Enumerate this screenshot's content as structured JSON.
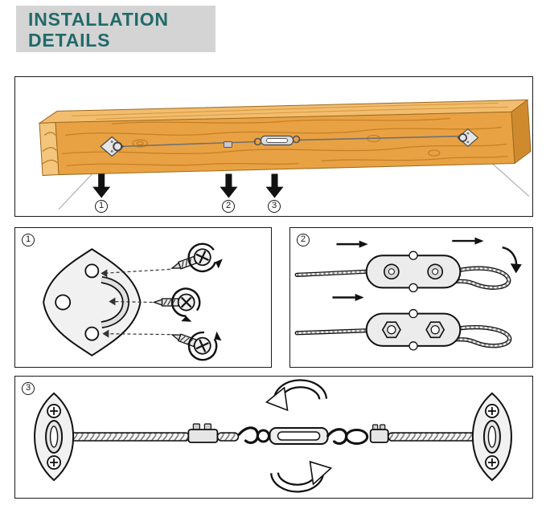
{
  "header": {
    "line1": "INSTALLATION",
    "line2": "DETAILS"
  },
  "steps": [
    {
      "number": "1",
      "name": "pad-eye-plate-screw-mounting"
    },
    {
      "number": "2",
      "name": "duplex-wire-rope-clip-threading"
    },
    {
      "number": "3",
      "name": "full-wire-turnbuckle-assembly"
    }
  ],
  "colors": {
    "header_bg": "#d4d4d4",
    "title_text": "#226a6a",
    "panel_border": "#1a1a1a",
    "wood_top": "#f2bd6e",
    "wood_front": "#e9a243",
    "wood_grain": "#c07a20",
    "line_art": "#111111",
    "metal_fill": "#ededed"
  },
  "illustrations": {
    "overview": {
      "parts": [
        "wood-beam",
        "pad-eye-left",
        "hanging-wire",
        "wire-rope",
        "duplex-clip",
        "turnbuckle",
        "pad-eye-right",
        "down-arrows"
      ],
      "callouts": [
        "1",
        "2",
        "3"
      ]
    },
    "step1": {
      "parts": [
        "pad-eye-plate",
        "d-ring",
        "mounting-screws",
        "rotation-arrows",
        "dashed-guides"
      ]
    },
    "step2": {
      "parts": [
        "duplex-clip-bolt-side",
        "duplex-clip-nut-side",
        "wire-rope-loop",
        "threading-direction-arrows",
        "turn-arrow"
      ]
    },
    "step3": {
      "parts": [
        "pad-eye-left",
        "wire-rope",
        "duplex-clip",
        "s-hook",
        "turnbuckle",
        "rotation-arrows",
        "oval-link",
        "pad-eye-right"
      ]
    }
  }
}
